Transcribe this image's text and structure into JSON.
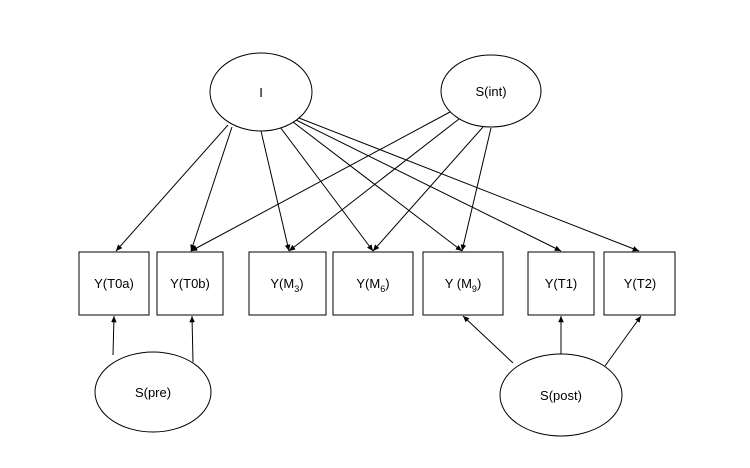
{
  "latent_factors": {
    "intercept": "I",
    "slope_intervention": "S(int)",
    "slope_pre": "S(pre)",
    "slope_post": "S(post)"
  },
  "observed": {
    "t0a": "Y(T0a)",
    "t0b": "Y(T0b)",
    "m3": {
      "prefix": "Y(M",
      "sub": "3",
      "suffix": ")"
    },
    "m6": {
      "prefix": "Y(M",
      "sub": "6",
      "suffix": ")"
    },
    "m9": {
      "prefix": "Y (M",
      "sub": "9",
      "suffix": ")"
    },
    "t1": "Y(T1)",
    "t2": "Y(T2)"
  },
  "edges": [
    {
      "from": "intercept",
      "to": "t0a"
    },
    {
      "from": "intercept",
      "to": "t0b"
    },
    {
      "from": "intercept",
      "to": "m3"
    },
    {
      "from": "intercept",
      "to": "m6"
    },
    {
      "from": "intercept",
      "to": "m9"
    },
    {
      "from": "intercept",
      "to": "t1"
    },
    {
      "from": "intercept",
      "to": "t2"
    },
    {
      "from": "slope_intervention",
      "to": "t0b"
    },
    {
      "from": "slope_intervention",
      "to": "m3"
    },
    {
      "from": "slope_intervention",
      "to": "m6"
    },
    {
      "from": "slope_intervention",
      "to": "m9"
    },
    {
      "from": "slope_pre",
      "to": "t0a"
    },
    {
      "from": "slope_pre",
      "to": "t0b"
    },
    {
      "from": "slope_post",
      "to": "m9"
    },
    {
      "from": "slope_post",
      "to": "t1"
    },
    {
      "from": "slope_post",
      "to": "t2"
    }
  ]
}
